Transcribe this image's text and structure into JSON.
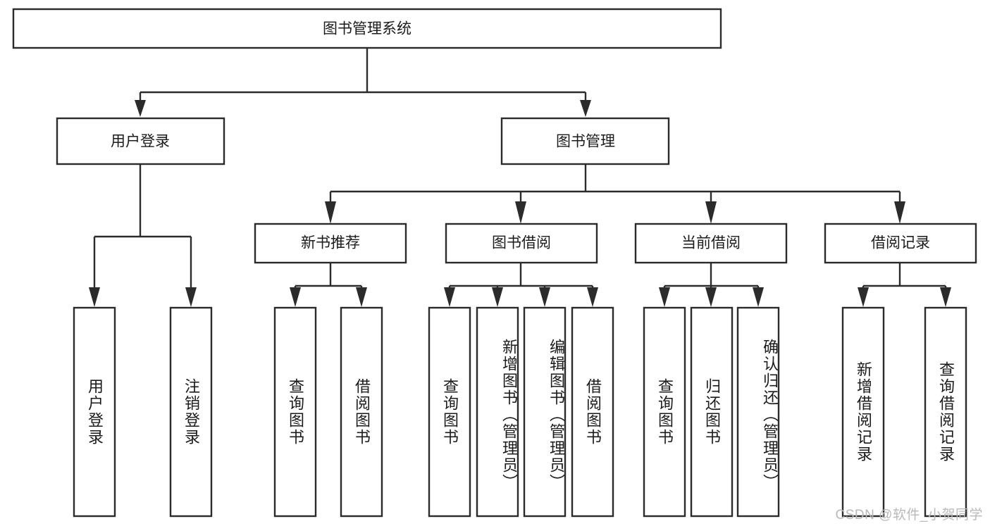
{
  "diagram": {
    "type": "tree-hierarchy",
    "title": "图书管理系统",
    "root": {
      "id": "root",
      "label": "图书管理系统",
      "orientation": "horizontal"
    },
    "level1": [
      {
        "id": "user-login",
        "label": "用户登录",
        "orientation": "horizontal"
      },
      {
        "id": "book-manage",
        "label": "图书管理",
        "orientation": "horizontal"
      }
    ],
    "level2": [
      {
        "id": "new-book-rec",
        "label": "新书推荐",
        "orientation": "horizontal",
        "parent": "book-manage"
      },
      {
        "id": "book-borrow",
        "label": "图书借阅",
        "orientation": "horizontal",
        "parent": "book-manage"
      },
      {
        "id": "current-borrow",
        "label": "当前借阅",
        "orientation": "horizontal",
        "parent": "book-manage"
      },
      {
        "id": "borrow-record",
        "label": "借阅记录",
        "orientation": "horizontal",
        "parent": "book-manage"
      }
    ],
    "leaves": [
      {
        "id": "leaf-user-login",
        "label": "用户登录",
        "parent": "user-login",
        "orientation": "vertical"
      },
      {
        "id": "leaf-logout",
        "label": "注销登录",
        "parent": "user-login",
        "orientation": "vertical"
      },
      {
        "id": "leaf-query-book-1",
        "label": "查询图书",
        "parent": "new-book-rec",
        "orientation": "vertical"
      },
      {
        "id": "leaf-borrow-book-1",
        "label": "借阅图书",
        "parent": "new-book-rec",
        "orientation": "vertical"
      },
      {
        "id": "leaf-query-book-2",
        "label": "查询图书",
        "parent": "book-borrow",
        "orientation": "vertical"
      },
      {
        "id": "leaf-add-book",
        "label": "新增图书（管理员）",
        "parent": "book-borrow",
        "orientation": "vertical"
      },
      {
        "id": "leaf-edit-book",
        "label": "编辑图书（管理员）",
        "parent": "book-borrow",
        "orientation": "vertical"
      },
      {
        "id": "leaf-borrow-book-2",
        "label": "借阅图书",
        "parent": "book-borrow",
        "orientation": "vertical"
      },
      {
        "id": "leaf-query-book-3",
        "label": "查询图书",
        "parent": "current-borrow",
        "orientation": "vertical"
      },
      {
        "id": "leaf-return-book",
        "label": "归还图书",
        "parent": "current-borrow",
        "orientation": "vertical"
      },
      {
        "id": "leaf-confirm-return",
        "label": "确认归还（管理员）",
        "parent": "current-borrow",
        "orientation": "vertical"
      },
      {
        "id": "leaf-add-record",
        "label": "新增借阅记录",
        "parent": "borrow-record",
        "orientation": "vertical"
      },
      {
        "id": "leaf-query-record",
        "label": "查询借阅记录",
        "parent": "borrow-record",
        "orientation": "vertical"
      }
    ],
    "colors": {
      "stroke": "#2b2b2b",
      "fill": "#ffffff",
      "text": "#1b1b1b",
      "watermark": "#b9b9b9",
      "background": "#ffffff"
    }
  },
  "watermark": {
    "text": "CSDN @软件_小贺同学"
  }
}
